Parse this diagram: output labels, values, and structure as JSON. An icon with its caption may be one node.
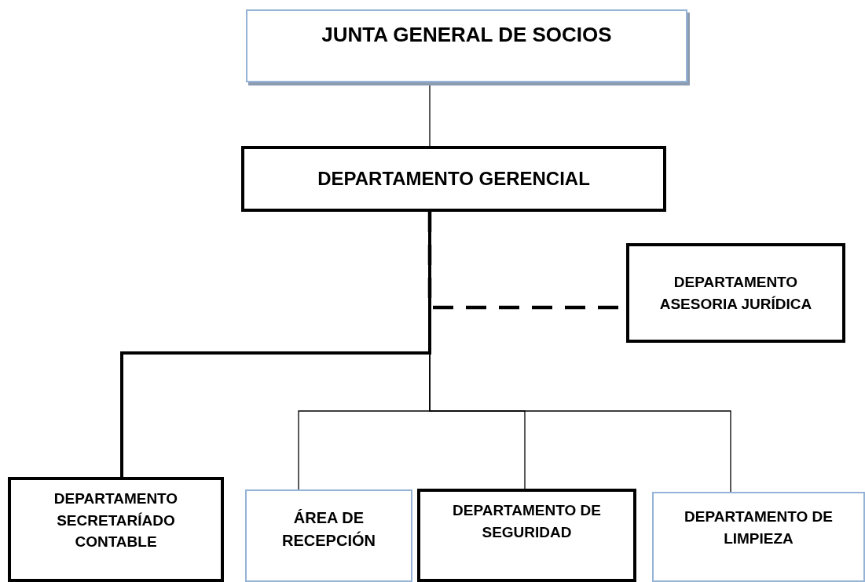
{
  "diagram": {
    "nodes": [
      {
        "text": [
          "JUNTA GENERAL DE SOCIOS"
        ]
      },
      {
        "text": [
          "DEPARTAMENTO GERENCIAL"
        ]
      },
      {
        "text": [
          "DEPARTAMENTO ASESORIA JURÍDICA"
        ]
      },
      {
        "text": [
          "DEPARTAMENTO SECRETARÍADO CONTABLE"
        ]
      },
      {
        "text": [
          "ÁREA DE RECEPCIÓN"
        ]
      },
      {
        "text": [
          "DEPARTAMENTO DE SEGURIDAD"
        ]
      },
      {
        "text": [
          "DEPARTAMENTO DE LIMPIEZA"
        ]
      }
    ],
    "edges": [
      {
        "from": 0,
        "to": 1,
        "arrow": "none"
      },
      {
        "from": 1,
        "to": 2,
        "arrow": "none",
        "style": "dashed"
      },
      {
        "from": 1,
        "to": 3,
        "arrow": "none",
        "style": "thick"
      },
      {
        "from": 1,
        "to": 4,
        "arrow": "none"
      },
      {
        "from": 1,
        "to": 5,
        "arrow": "none"
      },
      {
        "from": 1,
        "to": 6,
        "arrow": "none"
      }
    ]
  }
}
